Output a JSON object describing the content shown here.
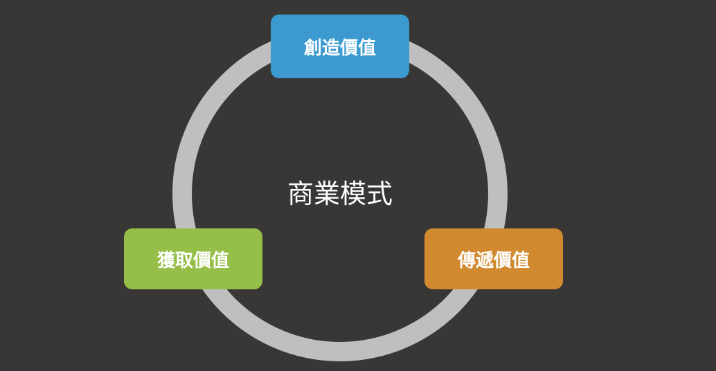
{
  "diagram": {
    "center_label": "商業模式",
    "ring_color": "#bfbfbf",
    "background": "#393736",
    "nodes": {
      "create": {
        "label": "創造價值",
        "color": "#3c9ad0"
      },
      "capture": {
        "label": "獲取價值",
        "color": "#95bf48"
      },
      "deliver": {
        "label": "傳遞價值",
        "color": "#d28a30"
      }
    }
  }
}
